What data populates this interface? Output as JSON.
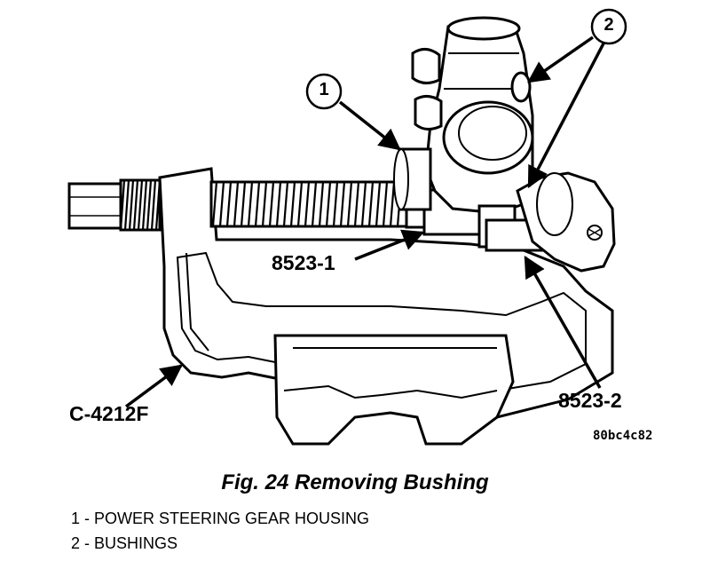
{
  "callouts": {
    "one": "1",
    "two": "2"
  },
  "labels": {
    "tool_8523_1": "8523-1",
    "tool_8523_2": "8523-2",
    "press_c4212f": "C-4212F",
    "image_code": "80bc4c82"
  },
  "caption": "Fig. 24 Removing Bushing",
  "legend": [
    "1 - POWER STEERING GEAR HOUSING",
    "2 - BUSHINGS"
  ]
}
